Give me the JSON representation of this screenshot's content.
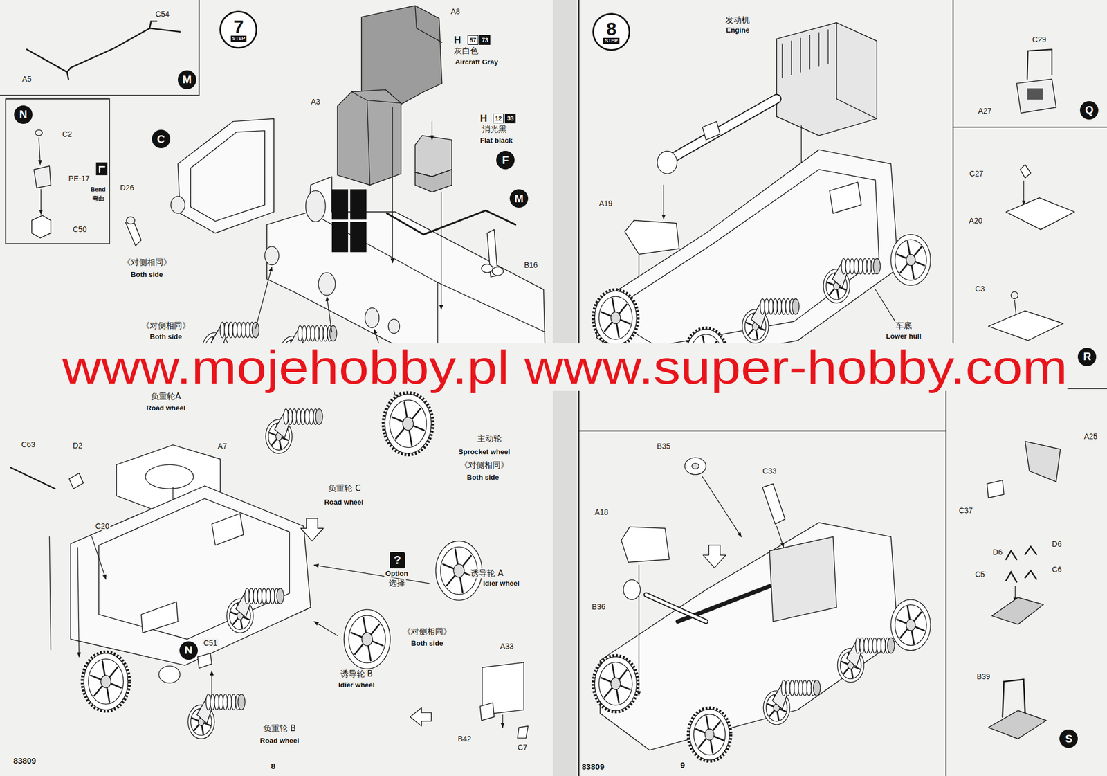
{
  "diagram": {
    "nodes": [
      {
        "text": [
          "7",
          "STEP"
        ]
      },
      {
        "text": [
          "M"
        ]
      },
      {
        "text": [
          "N"
        ]
      },
      {
        "text": [
          "C"
        ]
      },
      {
        "text": [
          "57"
        ]
      },
      {
        "text": [
          "73"
        ]
      },
      {
        "text": [
          "12"
        ]
      },
      {
        "text": [
          "33"
        ]
      },
      {
        "text": [
          "F"
        ]
      },
      {
        "text": [
          "M"
        ]
      },
      {
        "text": [
          "?"
        ]
      },
      {
        "text": [
          "N"
        ]
      },
      {
        "text": [
          "8",
          "STEP"
        ]
      },
      {
        "text": [
          "Q"
        ]
      },
      {
        "text": [
          "R"
        ]
      },
      {
        "text": [
          "S"
        ]
      }
    ],
    "labels": [
      "C54",
      "A5",
      "C2",
      "PE-17",
      "Bend",
      "弯曲",
      "C50",
      "A8",
      "H",
      "灰白色",
      "Aircraft Gray",
      "A3",
      "H",
      "消光黑",
      "Flat black",
      "B16",
      "D26",
      "《对侧相同》",
      "Both side",
      "《对侧相同》",
      "Both side",
      "负重轮A",
      "Road wheel",
      "主动轮",
      "Sprocket wheel",
      "《对侧相同》",
      "Both side",
      "负重轮 C",
      "Road wheel",
      "C63",
      "D2",
      "A7",
      "C20",
      "C51",
      "Option",
      "选择",
      "诱导轮 A",
      "Idier wheel",
      "《对侧相同》",
      "Both side",
      "诱导轮 B",
      "Idier wheel",
      "A33",
      "B42",
      "C7",
      "负重轮 B",
      "Road wheel",
      "83809",
      "8",
      "发动机",
      "Engine",
      "A19",
      "车底",
      "Lower hull",
      "C29",
      "A27",
      "C27",
      "A20",
      "C3",
      "B35",
      "C33",
      "A18",
      "B36",
      "A25",
      "C37",
      "D6",
      "D6",
      "C5",
      "C6",
      "B39",
      "83809",
      "9",
      "www.mojehobby.pl www.super-hobby.com"
    ]
  }
}
